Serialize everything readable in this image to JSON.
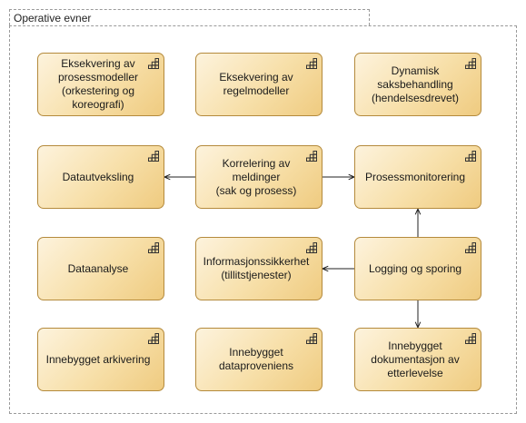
{
  "group": {
    "title": "Operative evner"
  },
  "capabilities": [
    {
      "id": "c1",
      "label": "Eksekvering av\nprosessmodeller\n(orkestering og\nkoreografi)",
      "icon": "capability-icon"
    },
    {
      "id": "c2",
      "label": "Eksekvering av\nregelmodeller",
      "icon": "capability-icon"
    },
    {
      "id": "c3",
      "label": "Dynamisk\nsaksbehandling\n(hendelsesdrevet)",
      "icon": "capability-icon"
    },
    {
      "id": "c4",
      "label": "Datautveksling",
      "icon": "capability-icon"
    },
    {
      "id": "c5",
      "label": "Korrelering av meldinger\n(sak og prosess)",
      "icon": "capability-icon"
    },
    {
      "id": "c6",
      "label": "Prosessmonitorering",
      "icon": "capability-icon"
    },
    {
      "id": "c7",
      "label": "Dataanalyse",
      "icon": "capability-icon"
    },
    {
      "id": "c8",
      "label": "Informasjonssikkerhet\n(tillitstjenester)",
      "icon": "capability-icon"
    },
    {
      "id": "c9",
      "label": "Logging og sporing",
      "icon": "capability-icon"
    },
    {
      "id": "c10",
      "label": "Innebygget arkivering",
      "icon": "capability-icon"
    },
    {
      "id": "c11",
      "label": "Innebygget\ndataproveniens",
      "icon": "capability-icon"
    },
    {
      "id": "c12",
      "label": "Innebygget\ndokumentasjon av\netterlevelse",
      "icon": "capability-icon"
    }
  ],
  "relations": [
    {
      "from": "c5",
      "to": "c4"
    },
    {
      "from": "c5",
      "to": "c6"
    },
    {
      "from": "c9",
      "to": "c6"
    },
    {
      "from": "c9",
      "to": "c8"
    },
    {
      "from": "c9",
      "to": "c12"
    }
  ]
}
